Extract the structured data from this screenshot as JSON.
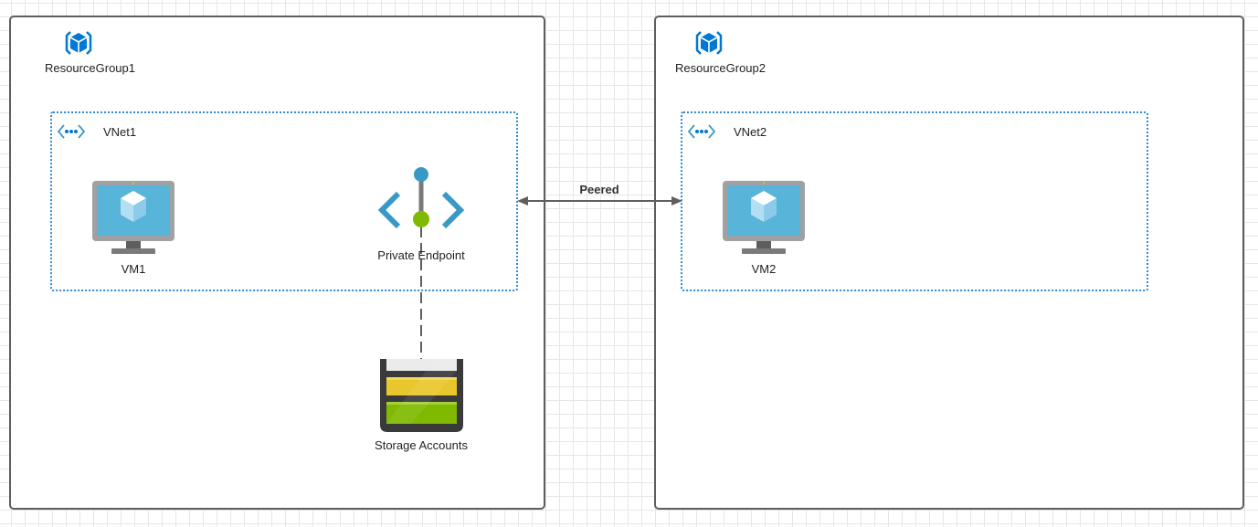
{
  "diagram": {
    "resource_groups": [
      {
        "label": "ResourceGroup1",
        "icon": "resource-group-icon"
      },
      {
        "label": "ResourceGroup2",
        "icon": "resource-group-icon"
      }
    ],
    "vnets": [
      {
        "label": "VNet1",
        "icon": "virtual-network-icon"
      },
      {
        "label": "VNet2",
        "icon": "virtual-network-icon"
      }
    ],
    "nodes": {
      "vm1": {
        "label": "VM1",
        "icon": "virtual-machine-icon"
      },
      "vm2": {
        "label": "VM2",
        "icon": "virtual-machine-icon"
      },
      "private_endpoint": {
        "label": "Private Endpoint",
        "icon": "private-endpoint-icon"
      },
      "storage": {
        "label": "Storage Accounts",
        "icon": "storage-account-icon"
      }
    },
    "edges": [
      {
        "from": "VNet1",
        "to": "VNet2",
        "label": "Peered",
        "style": "solid",
        "arrows": "both"
      },
      {
        "from": "Private Endpoint",
        "to": "Storage Accounts",
        "label": "",
        "style": "dashed",
        "arrows": "none"
      }
    ],
    "colors": {
      "azure_blue": "#0078d4",
      "vnet_border": "#2f8bd6",
      "container_border": "#5e5e5e",
      "vm_screen": "#59b4d9",
      "endpoint_green": "#7fba00",
      "endpoint_blue": "#3999c6",
      "storage_yellow": "#e8c72c",
      "storage_green": "#7fba00"
    }
  }
}
